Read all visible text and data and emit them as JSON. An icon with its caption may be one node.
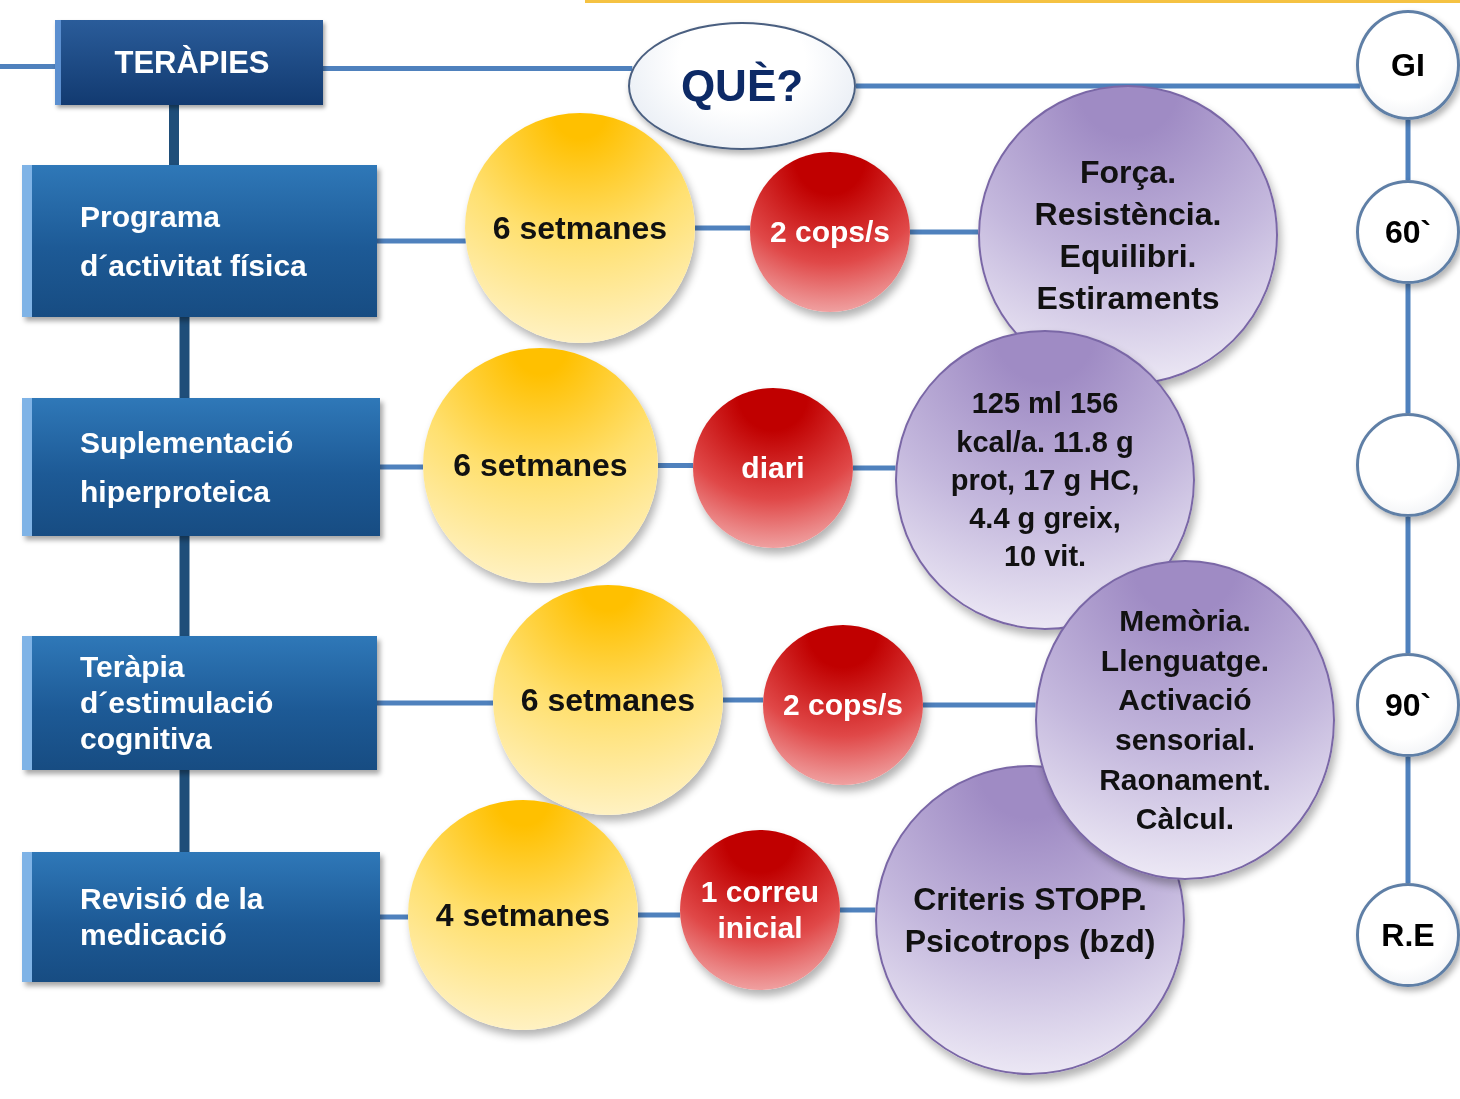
{
  "diagram": {
    "nodes": [
      {
        "text": [
          "TERÀPIES"
        ]
      },
      {
        "text": [
          "QUÈ?"
        ]
      },
      {
        "text": [
          "GI"
        ]
      },
      {
        "text": [
          "Programa d´activitat física"
        ]
      },
      {
        "text": [
          "6 setmanes"
        ]
      },
      {
        "text": [
          "2 cops/s"
        ]
      },
      {
        "text": [
          "Força. Resistència. Equilibri. Estiraments"
        ]
      },
      {
        "text": [
          "60`"
        ]
      },
      {
        "text": [
          "Suplementació hiperproteica"
        ]
      },
      {
        "text": [
          "6 setmanes"
        ]
      },
      {
        "text": [
          "diari"
        ]
      },
      {
        "text": [
          "125 ml 156 kcal/a. 11.8 g prot, 17 g HC, 4.4 g greix, 10 vit."
        ]
      },
      {
        "text": [],
        "shape": "circle"
      },
      {
        "text": [
          "Teràpia d´estimulació cognitiva"
        ]
      },
      {
        "text": [
          "6 setmanes"
        ]
      },
      {
        "text": [
          "2 cops/s"
        ]
      },
      {
        "text": [
          "Memòria. Llenguatge. Activació sensorial. Raonament. Càlcul."
        ]
      },
      {
        "text": [
          "90`"
        ]
      },
      {
        "text": [
          "Revisió de la medicació"
        ]
      },
      {
        "text": [
          "4 setmanes"
        ]
      },
      {
        "text": [
          "1 correu inicial"
        ]
      },
      {
        "text": [
          "Criteris STOPP. Psicotrops (bzd)"
        ]
      },
      {
        "text": [
          "R.E"
        ]
      }
    ],
    "edges": [
      {
        "from": null,
        "to": 0,
        "arrow": "none"
      },
      {
        "from": 0,
        "to": 1,
        "arrow": "none"
      },
      {
        "from": 1,
        "to": 2,
        "arrow": "none"
      },
      {
        "from": 0,
        "to": 3,
        "arrow": "none",
        "style": "thick",
        "color": "#1f4e79"
      },
      {
        "from": 3,
        "to": 8,
        "arrow": "none",
        "style": "thick",
        "color": "#1f4e79"
      },
      {
        "from": 8,
        "to": 13,
        "arrow": "none",
        "style": "thick",
        "color": "#1f4e79"
      },
      {
        "from": 13,
        "to": 18,
        "arrow": "none",
        "style": "thick",
        "color": "#1f4e79"
      },
      {
        "from": 3,
        "to": 4,
        "arrow": "none"
      },
      {
        "from": 4,
        "to": 5,
        "arrow": "none"
      },
      {
        "from": 5,
        "to": 6,
        "arrow": "none"
      },
      {
        "from": 8,
        "to": 9,
        "arrow": "none"
      },
      {
        "from": 9,
        "to": 10,
        "arrow": "none"
      },
      {
        "from": 10,
        "to": 11,
        "arrow": "none"
      },
      {
        "from": 13,
        "to": 14,
        "arrow": "none"
      },
      {
        "from": 14,
        "to": 15,
        "arrow": "none"
      },
      {
        "from": 15,
        "to": 16,
        "arrow": "none"
      },
      {
        "from": 18,
        "to": 19,
        "arrow": "none"
      },
      {
        "from": 19,
        "to": 20,
        "arrow": "none"
      },
      {
        "from": 20,
        "to": 21,
        "arrow": "none"
      },
      {
        "from": 2,
        "to": 7,
        "arrow": "none"
      },
      {
        "from": 7,
        "to": 12,
        "arrow": "none"
      },
      {
        "from": 12,
        "to": 17,
        "arrow": "none"
      },
      {
        "from": 17,
        "to": 22,
        "arrow": "none"
      }
    ]
  }
}
